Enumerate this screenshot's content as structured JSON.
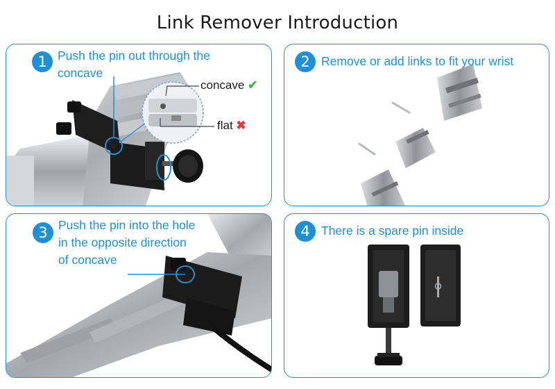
{
  "title": "Link Remover Introduction",
  "colors": {
    "accent": "#1f8fd6",
    "ok": "#3bb54a",
    "bad": "#e0393e"
  },
  "steps": [
    {
      "number": "1",
      "lines": [
        "Push the pin out through the",
        "concave"
      ]
    },
    {
      "number": "2",
      "lines": [
        "Remove or add links to fit your wrist"
      ]
    },
    {
      "number": "3",
      "lines": [
        "Push the pin into the hole",
        "in the opposite direction",
        "of concave"
      ]
    },
    {
      "number": "4",
      "lines": [
        "There is a spare pin inside"
      ]
    }
  ],
  "callouts": {
    "concave": {
      "text": "concave",
      "mark": "✔",
      "icon": "check-icon"
    },
    "flat": {
      "text": "flat",
      "mark": "✖",
      "icon": "cross-icon"
    }
  }
}
